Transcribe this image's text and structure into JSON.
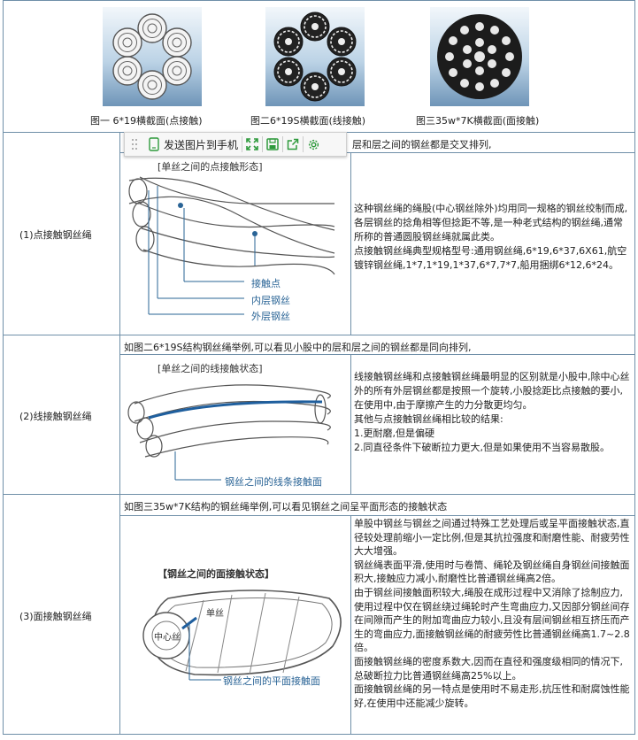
{
  "figures": [
    {
      "caption": "图一 6*19横截面(点接触)"
    },
    {
      "caption": "图二6*19S横截面(线接触)"
    },
    {
      "caption": "图三35w*7K横截面(面接触)"
    }
  ],
  "toolbar": {
    "send_label": "发送图片到手机"
  },
  "rows": [
    {
      "label": "(1)点接触钢丝绳",
      "header": "层和层之间的钢丝都是交叉排列,",
      "diagram_title": "[单丝之间的点接触形态]",
      "callouts": [
        "接触点",
        "内层钢丝",
        "外层钢丝"
      ],
      "paragraphs": [
        "这种钢丝绳的绳股(中心钢丝除外)均用同一规格的钢丝绞制而成,各层钢丝的捻角相等但捻距不等,是一种老式结构的钢丝绳,通常所称的普通圆股钢丝绳就属此类。",
        "点接触钢丝绳典型规格型号:通用钢丝绳,6*19,6*37,6X61,航空镀锌钢丝绳,1*7,1*19,1*37,6*7,7*7,船用捆绑6*12,6*24。"
      ]
    },
    {
      "label": "(2)线接触钢丝绳",
      "header": "如图二6*19S结构钢丝绳举例,可以看见小股中的层和层之间的钢丝都是同向排列,",
      "diagram_title": "[单丝之间的线接触状态]",
      "callouts": [
        "钢丝之间的线条接触面"
      ],
      "paragraphs": [
        "线接触钢丝绳和点接触钢丝绳最明显的区别就是小股中,除中心丝外的所有外层钢丝都是按照一个旋转,小股捻距比点接触的要小,在使用中,由于摩擦产生的力分散更均匀。",
        "其他与点接触钢丝绳相比较的结果:",
        "1.更耐磨,但是偏硬",
        "2.同直径条件下破断拉力更大,但是如果使用不当容易散股。"
      ]
    },
    {
      "label": "(3)面接触钢丝绳",
      "header": "如图三35w*7K结构的钢丝绳举例,可以看见钢丝之间呈平面形态的接触状态",
      "diagram_title": "【钢丝之间的面接触状态】",
      "inner_labels": [
        "单丝",
        "中心丝"
      ],
      "callouts": [
        "钢丝之间的平面接触面"
      ],
      "paragraphs": [
        "单股中钢丝与钢丝之间通过特殊工艺处理后或呈平面接触状态,直径较处理前缩小一定比例,但是其抗拉强度和耐磨性能、耐疲劳性大大增强。",
        "钢丝绳表面平滑,使用时与卷筒、绳轮及钢丝绳自身钢丝间接触面积大,接触应力减小,耐磨性比普通钢丝绳高2倍。",
        "由于钢丝间接触面积较大,绳股在成形过程中又消除了捻制应力,使用过程中仅在钢丝绕过绳轮时产生弯曲应力,又因部分钢丝间存在间隙而产生的附加弯曲应力较小,且没有层间钢丝相互挤压而产生的弯曲应力,面接触钢丝绳的耐疲劳性比普通钢丝绳高1.7~2.8倍。",
        "面接触钢丝绳的密度系数大,因而在直径和强度级相同的情况下,总破断拉力比普通钢丝绳高25%以上。",
        "面接触钢丝绳的另一特点是使用时不易走形,抗压性和耐腐蚀性能好,在使用中还能减少旋转。"
      ]
    }
  ],
  "colors": {
    "border": "#6f8fa8",
    "callout": "#2a6496",
    "toolbar_icon": "#2e9a3c"
  }
}
